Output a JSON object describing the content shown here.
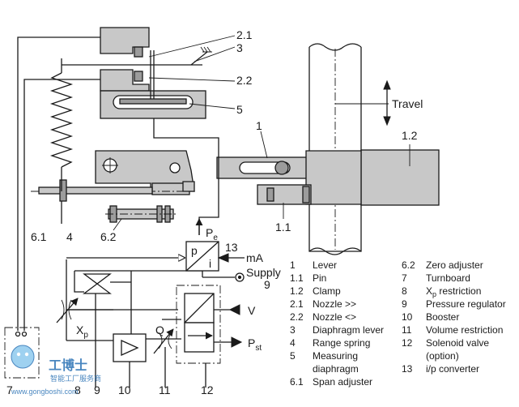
{
  "callouts": {
    "c2_1": "2.1",
    "c3": "3",
    "c2_2": "2.2",
    "c5": "5",
    "c1": "1",
    "c1_2": "1.2",
    "c1_1": "1.1",
    "c6_1": "6.1",
    "c4": "4",
    "c6_2": "6.2",
    "c13": "13",
    "c9": "9",
    "c7": "7",
    "c8": "8",
    "c9b": "9",
    "c10": "10",
    "c11": "11",
    "c12": "12"
  },
  "labels": {
    "travel": "Travel",
    "pe_main": "P",
    "pe_sub": "e",
    "ip_p": "p",
    "ip_i": "i",
    "ma": "mA",
    "supply": "Supply",
    "xp_main": "X",
    "xp_sub": "p",
    "q": "Q",
    "v": "V",
    "pst_main": "P",
    "pst_sub": "st"
  },
  "legend": {
    "left": [
      {
        "num": "1",
        "text": "Lever"
      },
      {
        "num": "1.1",
        "text": "Pin"
      },
      {
        "num": "1.2",
        "text": "Clamp"
      },
      {
        "num": "2.1",
        "text": "Nozzle >>"
      },
      {
        "num": "2.2",
        "text": "Nozzle <>"
      },
      {
        "num": "3",
        "text": "Diaphragm lever"
      },
      {
        "num": "4",
        "text": "Range spring"
      },
      {
        "num": "5",
        "text": "Measuring"
      },
      {
        "num": "",
        "text": "diaphragm"
      },
      {
        "num": "6.1",
        "text": "Span adjuster"
      }
    ],
    "right": [
      {
        "num": "6.2",
        "text": "Zero adjuster"
      },
      {
        "num": "7",
        "text": "Turnboard"
      },
      {
        "num": "8",
        "text": "Xp restriction",
        "text_main": "X",
        "text_sub": "p",
        "text_rest": " restriction"
      },
      {
        "num": "9",
        "text": "Pressure regulator"
      },
      {
        "num": "10",
        "text": "Booster"
      },
      {
        "num": "11",
        "text": "Volume restriction"
      },
      {
        "num": "12",
        "text": "Solenoid valve"
      },
      {
        "num": "",
        "text": "(option)"
      },
      {
        "num": "13",
        "text": "i/p converter"
      }
    ]
  },
  "watermark": {
    "brand": "工博士",
    "tagline": "智能工厂服务商",
    "url": "www.gongboshi.com"
  }
}
